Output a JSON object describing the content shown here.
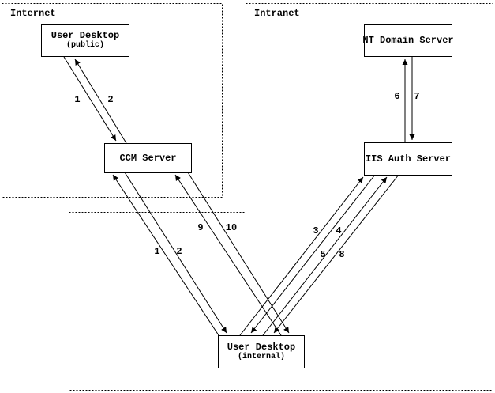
{
  "colors": {
    "line": "#000000",
    "background": "#ffffff"
  },
  "diagram": {
    "regions": {
      "internet": {
        "label": "Internet"
      },
      "intranet": {
        "label": "Intranet"
      }
    },
    "nodes": {
      "user_desktop_public": {
        "title": "User Desktop",
        "subtitle": "(public)"
      },
      "ccm_server": {
        "title": "CCM Server"
      },
      "nt_domain_server": {
        "title": "NT Domain Server"
      },
      "iis_auth_server": {
        "title": "IIS Auth Server"
      },
      "user_desktop_internal": {
        "title": "User Desktop",
        "subtitle": "(internal)"
      }
    },
    "edges": [
      {
        "label": "1",
        "from": "user_desktop_public",
        "to": "ccm_server"
      },
      {
        "label": "2",
        "from": "ccm_server",
        "to": "user_desktop_public"
      },
      {
        "label": "1",
        "from": "user_desktop_internal",
        "to": "ccm_server"
      },
      {
        "label": "2",
        "from": "ccm_server",
        "to": "user_desktop_internal"
      },
      {
        "label": "9",
        "from": "user_desktop_internal",
        "to": "ccm_server"
      },
      {
        "label": "10",
        "from": "ccm_server",
        "to": "user_desktop_internal"
      },
      {
        "label": "3",
        "from": "user_desktop_internal",
        "to": "iis_auth_server"
      },
      {
        "label": "4",
        "from": "iis_auth_server",
        "to": "user_desktop_internal"
      },
      {
        "label": "5",
        "from": "user_desktop_internal",
        "to": "iis_auth_server"
      },
      {
        "label": "8",
        "from": "iis_auth_server",
        "to": "user_desktop_internal"
      },
      {
        "label": "6",
        "from": "iis_auth_server",
        "to": "nt_domain_server"
      },
      {
        "label": "7",
        "from": "nt_domain_server",
        "to": "iis_auth_server"
      }
    ]
  }
}
